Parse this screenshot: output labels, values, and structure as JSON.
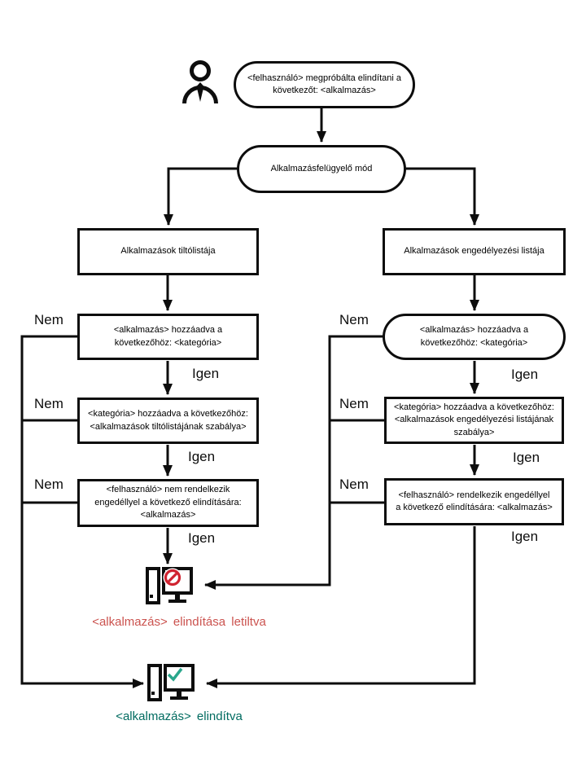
{
  "diagram": {
    "nodes": {
      "start": "<felhasználó> megpróbálta elindítani a következőt: <alkalmazás>",
      "mode": "Alkalmazásfelügyelő mód",
      "denylist": "Alkalmazások tiltólistája",
      "allowlist": "Alkalmazások engedélyezési listája",
      "deny_step1": "<alkalmazás> hozzáadva a következőhöz: <kategória>",
      "deny_step2": "<kategória> hozzáadva a következőhöz: <alkalmazások tiltólistájának szabálya>",
      "deny_step3": "<felhasználó> nem rendelkezik engedéllyel a következő elindítására: <alkalmazás>",
      "allow_step1": "<alkalmazás> hozzáadva a következőhöz: <kategória>",
      "allow_step2": "<kategória> hozzáadva a következőhöz: <alkalmazások engedélyezési listájának szabálya>",
      "allow_step3": "<felhasználó> rendelkezik engedéllyel a következő elindítására: <alkalmazás>"
    },
    "labels": {
      "yes": "Igen",
      "no": "Nem"
    },
    "outcomes": {
      "blocked": "<alkalmazás> elindítása letiltva",
      "started": "<alkalmazás> elindítva"
    },
    "icons": {
      "actor": "user-icon",
      "blocked": "computer-blocked-icon",
      "started": "computer-allowed-icon"
    },
    "colors": {
      "line": "#0d0d0d",
      "blocked_text": "#cb534f",
      "prohibit": "#d02330",
      "check": "#2aa78c",
      "started_text": "#006b60"
    }
  }
}
